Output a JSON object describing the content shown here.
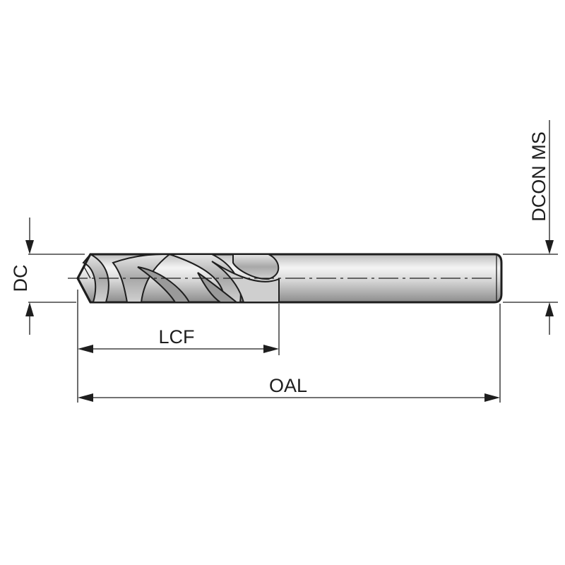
{
  "dimensions": {
    "dc": "DC",
    "lcf": "LCF",
    "oal": "OAL",
    "dcon_ms": "DCON MS"
  },
  "colors": {
    "ink": "#1e1e1e",
    "body_light": "#f2f2f2",
    "body_mid": "#bdbdbd",
    "body_dark": "#8c8c8c"
  }
}
